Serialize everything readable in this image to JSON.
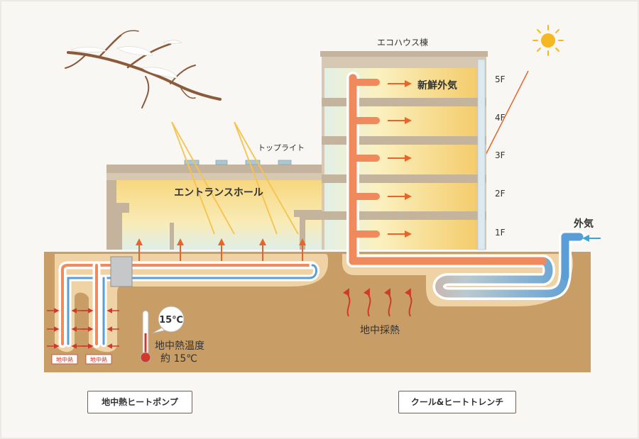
{
  "labels": {
    "building_name": "エコハウス棟",
    "toplight": "トップライト",
    "entrance_hall": "エントランスホール",
    "fresh_air": "新鮮外気",
    "floors": [
      "5F",
      "4F",
      "3F",
      "2F",
      "1F"
    ],
    "outside_air": "外気",
    "ground_heat_temp_title": "地中熱温度",
    "ground_heat_temp_value": "約 15℃",
    "thermometer_bubble": "15℃",
    "ground_heat_tag": "地中熱",
    "ground_heat_collection": "地中採熱"
  },
  "captions": {
    "left": "地中熱ヒートポンプ",
    "right": "クール&ヒートトレンチ"
  },
  "colors": {
    "ground": "#c89e66",
    "ground_cavity": "#efd3a4",
    "building_frame": "#c4b49d",
    "warm_interior": "#f4d27c",
    "warm_pipe": "#f08a5d",
    "cool_pipe": "#5b9ed6",
    "arrow": "#e8652a",
    "sun": "#f5b820",
    "sunray": "#f7c24e"
  }
}
